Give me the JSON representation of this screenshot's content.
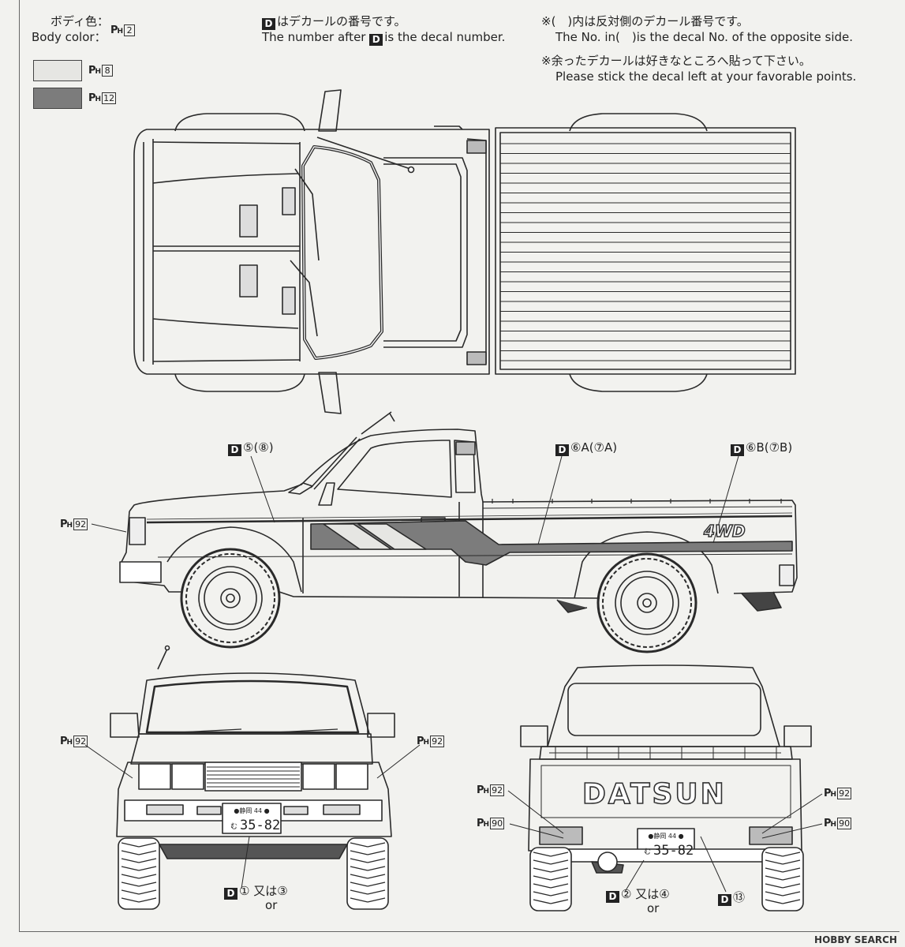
{
  "body_color": {
    "label_jp": "ボディ色：",
    "label_en": "Body color：",
    "paint": "2"
  },
  "swatches": [
    {
      "paint": "8",
      "color": "#e6e6e3"
    },
    {
      "paint": "12",
      "color": "#7c7c7c"
    }
  ],
  "notes": {
    "decal_jp": "はデカールの番号です。",
    "decal_en_pre": "The number after",
    "decal_en_post": "is the decal number.",
    "opposite_jp": "※(　)内は反対側のデカール番号です。",
    "opposite_en": "The No. in(　)is the decal No. of the opposite side.",
    "leftover_jp": "※余ったデカールは好きなところへ貼って下さい。",
    "leftover_en": "Please stick the decal left at your favorable points."
  },
  "decal_prefix": "D",
  "paint_prefix": {
    "p": "P",
    "h": "H"
  },
  "side_callouts": {
    "d1": "⑤(⑧)",
    "d2": "⑥A(⑦A)",
    "d3": "⑥B(⑦B)",
    "ph_front": "92"
  },
  "front_callouts": {
    "ph_left": "92",
    "ph_right": "92",
    "decal_main": "①",
    "decal_or_jp": "又は",
    "decal_alt": "③",
    "decal_or_en": "or"
  },
  "rear_callouts": {
    "ph_left_1": "92",
    "ph_left_2": "90",
    "ph_right_1": "92",
    "ph_right_2": "90",
    "decal_main": "②",
    "decal_or_jp": "又は",
    "decal_alt": "④",
    "decal_or_en": "or",
    "decal_plate": "⑬"
  },
  "badges": {
    "side": "4WD",
    "tailgate": "DATSUN"
  },
  "plate": {
    "region": "●静岡 44 ●",
    "kana": "む",
    "number": "35-82"
  },
  "watermark": "HOBBY SEARCH"
}
